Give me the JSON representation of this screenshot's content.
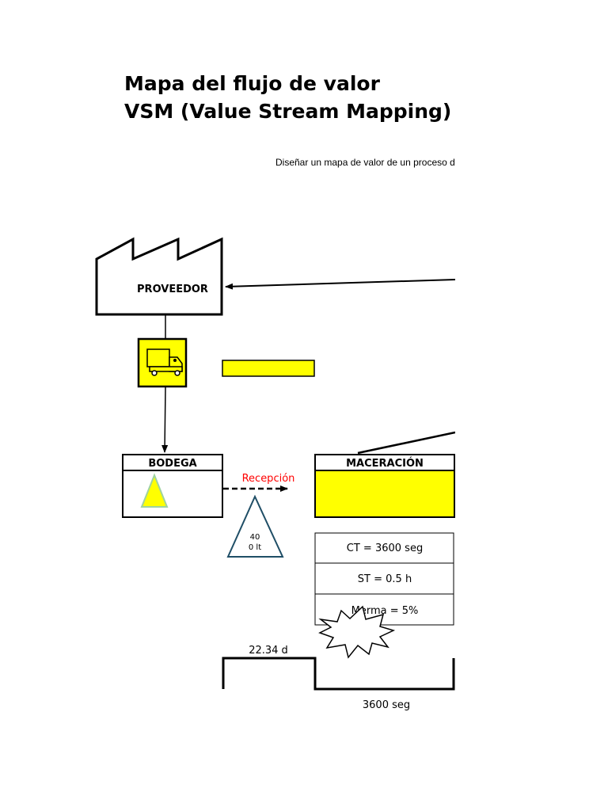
{
  "title": {
    "line1": "Mapa del flujo de valor",
    "line2": "VSM (Value Stream Mapping)"
  },
  "subtitle": "Diseñar un mapa de valor de un proceso d",
  "supplier": {
    "label": "PROVEEDOR"
  },
  "truck": {
    "icon": "truck-icon",
    "fill_color": "#ffff00"
  },
  "processes": {
    "bodega": {
      "label": "BODEGA",
      "icon": "triangle-icon"
    },
    "maceracion": {
      "label": "MACERACIÓN",
      "fill_color": "#ffff00"
    }
  },
  "transfer": {
    "label": "Recepción",
    "label_color": "#ff0000"
  },
  "inventory": {
    "line1": "40",
    "line2": "0 lt"
  },
  "data_box": {
    "rows": [
      "CT = 3600 seg",
      "ST = 0.5 h",
      "Merma = 5%"
    ]
  },
  "kaizen": {
    "icon": "kaizen-burst-icon"
  },
  "timeline": {
    "wait_time": "22.34 d",
    "process_time": "3600 seg"
  }
}
